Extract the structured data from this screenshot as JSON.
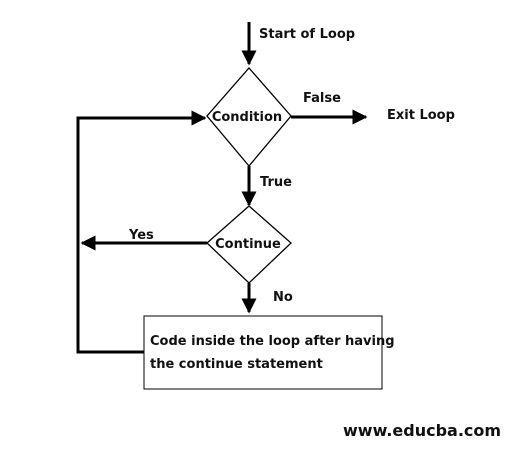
{
  "diagram": {
    "start_label": "Start of Loop",
    "condition_label": "Condition",
    "false_label": "False",
    "exit_label": "Exit Loop",
    "true_label": "True",
    "continue_label": "Continue",
    "yes_label": "Yes",
    "no_label": "No",
    "process_line1": "Code inside the loop after having",
    "process_line2": "the continue statement"
  },
  "footer": {
    "watermark": "www.educba.com"
  },
  "colors": {
    "line": "#000000",
    "text": "#111111",
    "background": "#ffffff"
  }
}
